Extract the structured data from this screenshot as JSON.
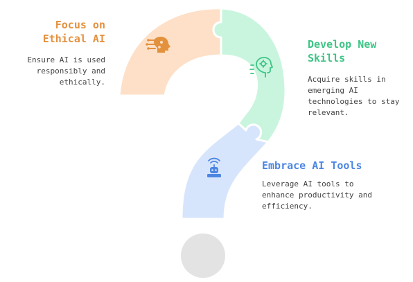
{
  "colors": {
    "ethical_fill": "#fde0c7",
    "ethical_accent": "#e4913e",
    "skills_fill": "#c9f5de",
    "skills_accent": "#3ec486",
    "tools_fill": "#d7e5fc",
    "tools_accent": "#4c86e2",
    "dot_fill": "#e3e3e3",
    "outline": "#ffffff"
  },
  "items": [
    {
      "title": "Focus on Ethical AI",
      "description": "Ensure AI is used responsibly and ethically.",
      "icon": "brain-circuit-icon"
    },
    {
      "title": "Develop New Skills",
      "description": "Acquire skills in emerging AI technologies to stay relevant.",
      "icon": "head-gear-icon"
    },
    {
      "title": "Embrace AI Tools",
      "description": "Leverage AI tools to enhance productivity and efficiency.",
      "icon": "robot-signal-icon"
    }
  ]
}
